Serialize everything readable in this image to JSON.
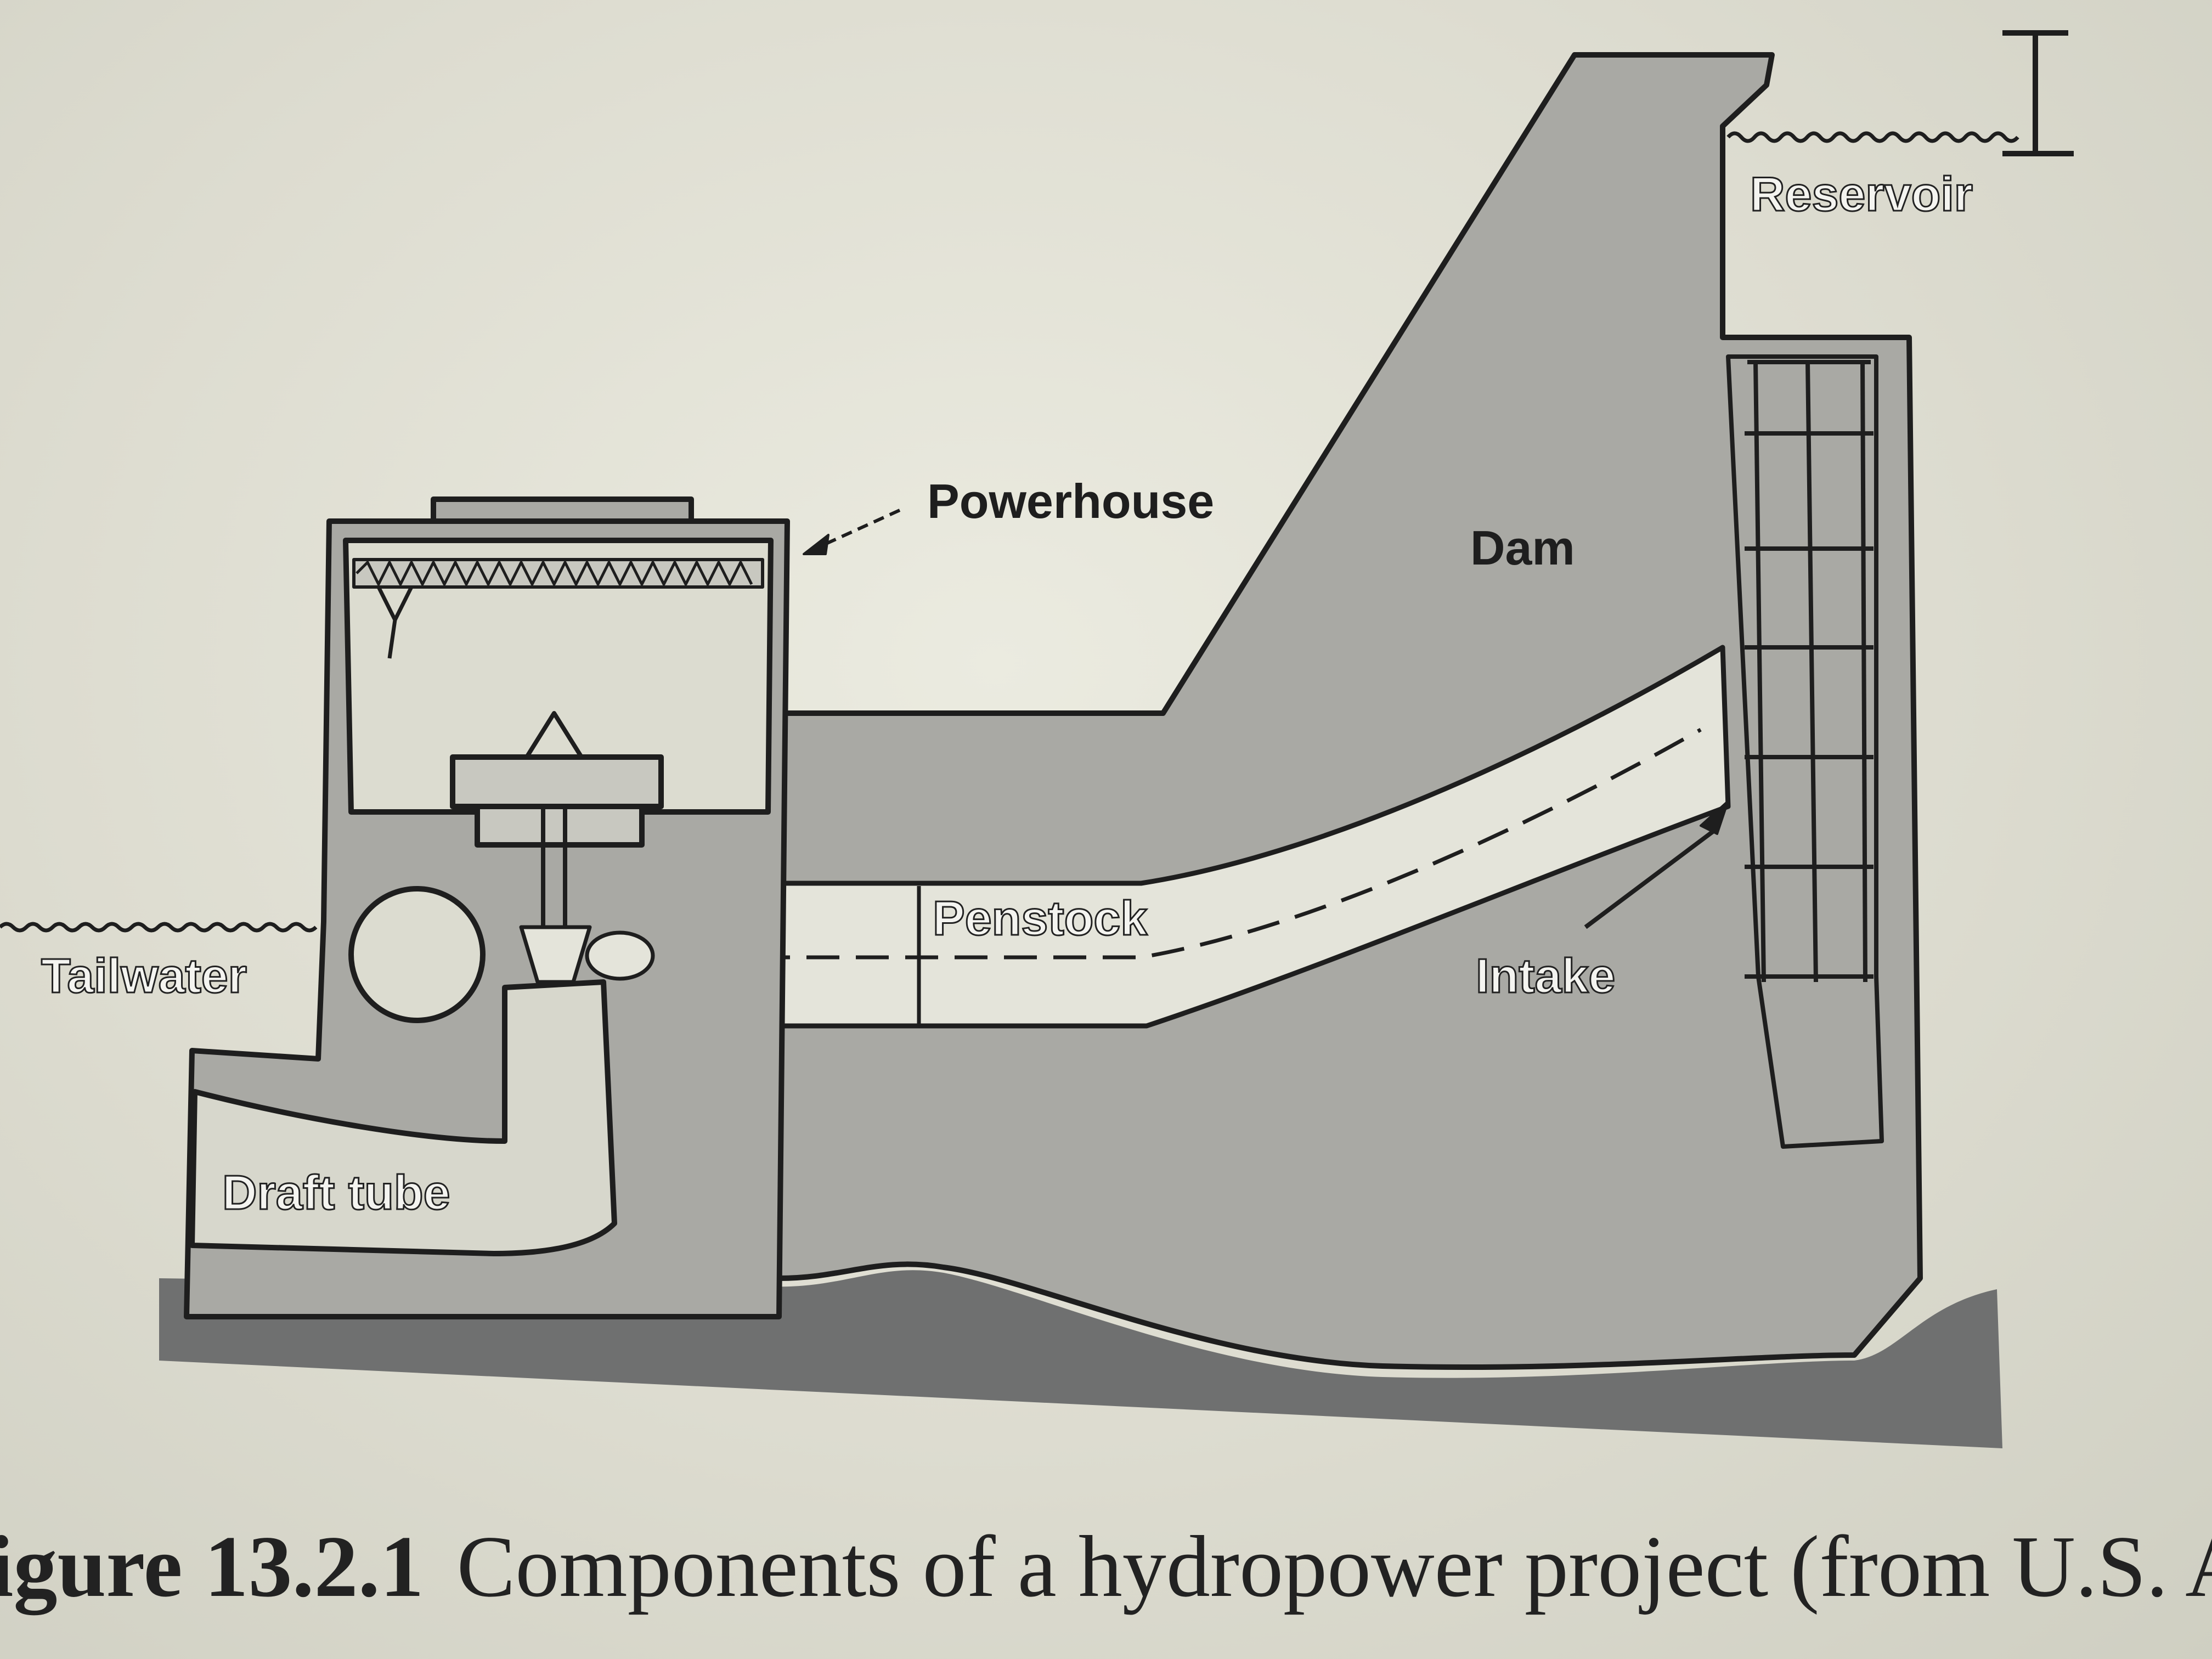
{
  "labels": {
    "reservoir": "Reservoir",
    "powerhouse": "Powerhouse",
    "dam": "Dam",
    "penstock": "Penstock",
    "intake": "Intake",
    "tailwater": "Tailwater",
    "draft_tube": "Draft tube"
  },
  "caption": {
    "number": "igure 13.2.1",
    "text": "Components of a hydropower project (from U.S. Ar"
  },
  "colors": {
    "concrete": "#a9a9a4",
    "ground": "#6f7070",
    "ink": "#1e1e1e",
    "paper": "#dcdcd0"
  }
}
